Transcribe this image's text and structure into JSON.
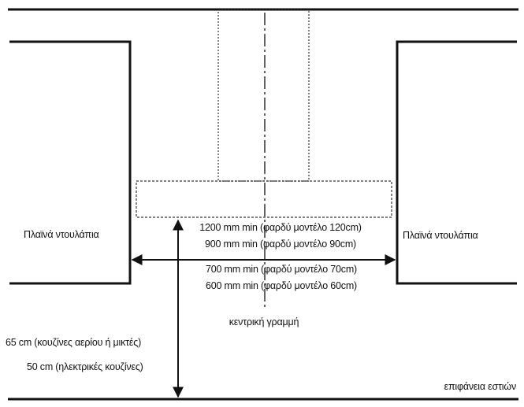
{
  "labels": {
    "side_cabinets_left": "Πλαϊνά ντουλάπια",
    "side_cabinets_right": "Πλαϊνά ντουλάπια",
    "width_1200": "1200 mm min (φαρδύ μοντέλο 120cm)",
    "width_900": "900 mm min (φαρδύ μοντέλο 90cm)",
    "width_700": "700 mm min (φαρδύ μοντέλο 70cm)",
    "width_600": "600 mm min (φαρδύ μοντέλο 60cm)",
    "center_line": "κεντρική γραμμή",
    "height_gas": "65 cm (κουζίνες αερίου ή μικτές)",
    "height_electric": "50 cm (ηλεκτρικές κουζίνες)",
    "cooktop_surface": "επιφάνεια εστιών"
  },
  "colors": {
    "line": "#111111",
    "background": "#ffffff"
  }
}
